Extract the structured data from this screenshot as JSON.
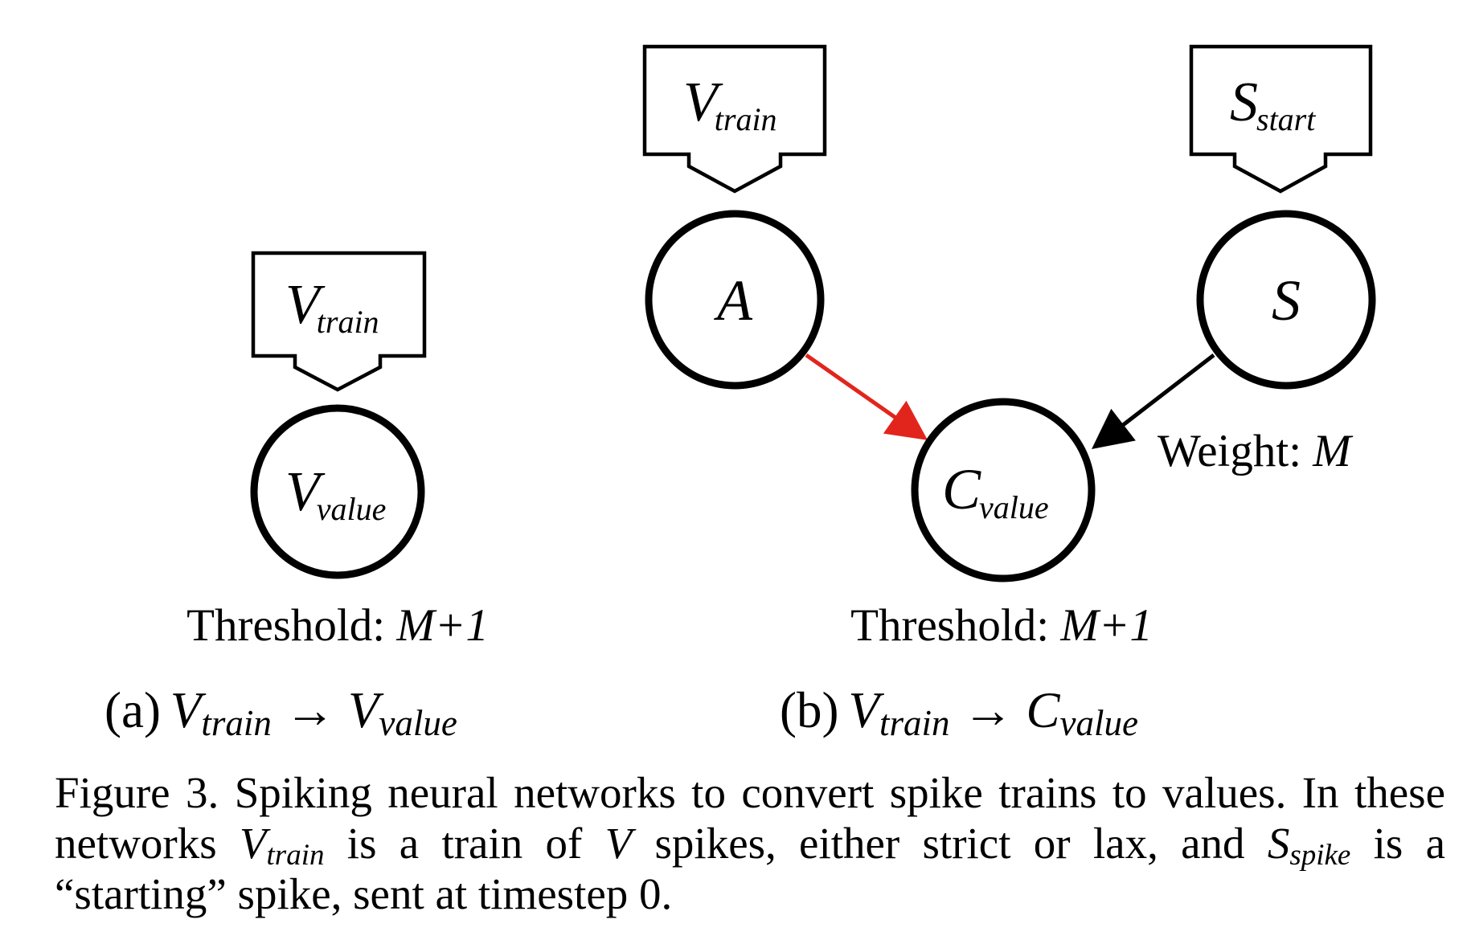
{
  "diagram": {
    "a": {
      "input_box": {
        "main": "V",
        "sub": "train"
      },
      "node": {
        "main": "V",
        "sub": "value"
      },
      "threshold": {
        "prefix": "Threshold: ",
        "value": "M+1"
      },
      "label": {
        "tag": "(a)",
        "lhs_main": "V",
        "lhs_sub": "train",
        "arrow": "→",
        "rhs_main": "V",
        "rhs_sub": "value"
      }
    },
    "b": {
      "input_box_left": {
        "main": "V",
        "sub": "train"
      },
      "input_box_right": {
        "main": "S",
        "sub": "start"
      },
      "node_a": {
        "main": "A"
      },
      "node_s": {
        "main": "S"
      },
      "node_c": {
        "main": "C",
        "sub": "value"
      },
      "weight": {
        "prefix": "Weight: ",
        "value": "M"
      },
      "threshold": {
        "prefix": "Threshold: ",
        "value": "M+1"
      },
      "label": {
        "tag": "(b)",
        "lhs_main": "V",
        "lhs_sub": "train",
        "arrow": "→",
        "rhs_main": "C",
        "rhs_sub": "value"
      }
    },
    "colors": {
      "inhibitory_edge": "#e2251c",
      "excitatory_edge": "#000000"
    }
  },
  "caption": {
    "t1": "Figure 3. Spiking neural networks to convert spike trains to values. In these networks ",
    "v1": "V",
    "v1_sub": "train",
    "t2": " is a train of ",
    "v2": "V",
    "t3": " spikes, either strict or lax, and ",
    "s1": "S",
    "s1_sub": "spike",
    "t4": " is a “starting” spike, sent at timestep 0."
  }
}
